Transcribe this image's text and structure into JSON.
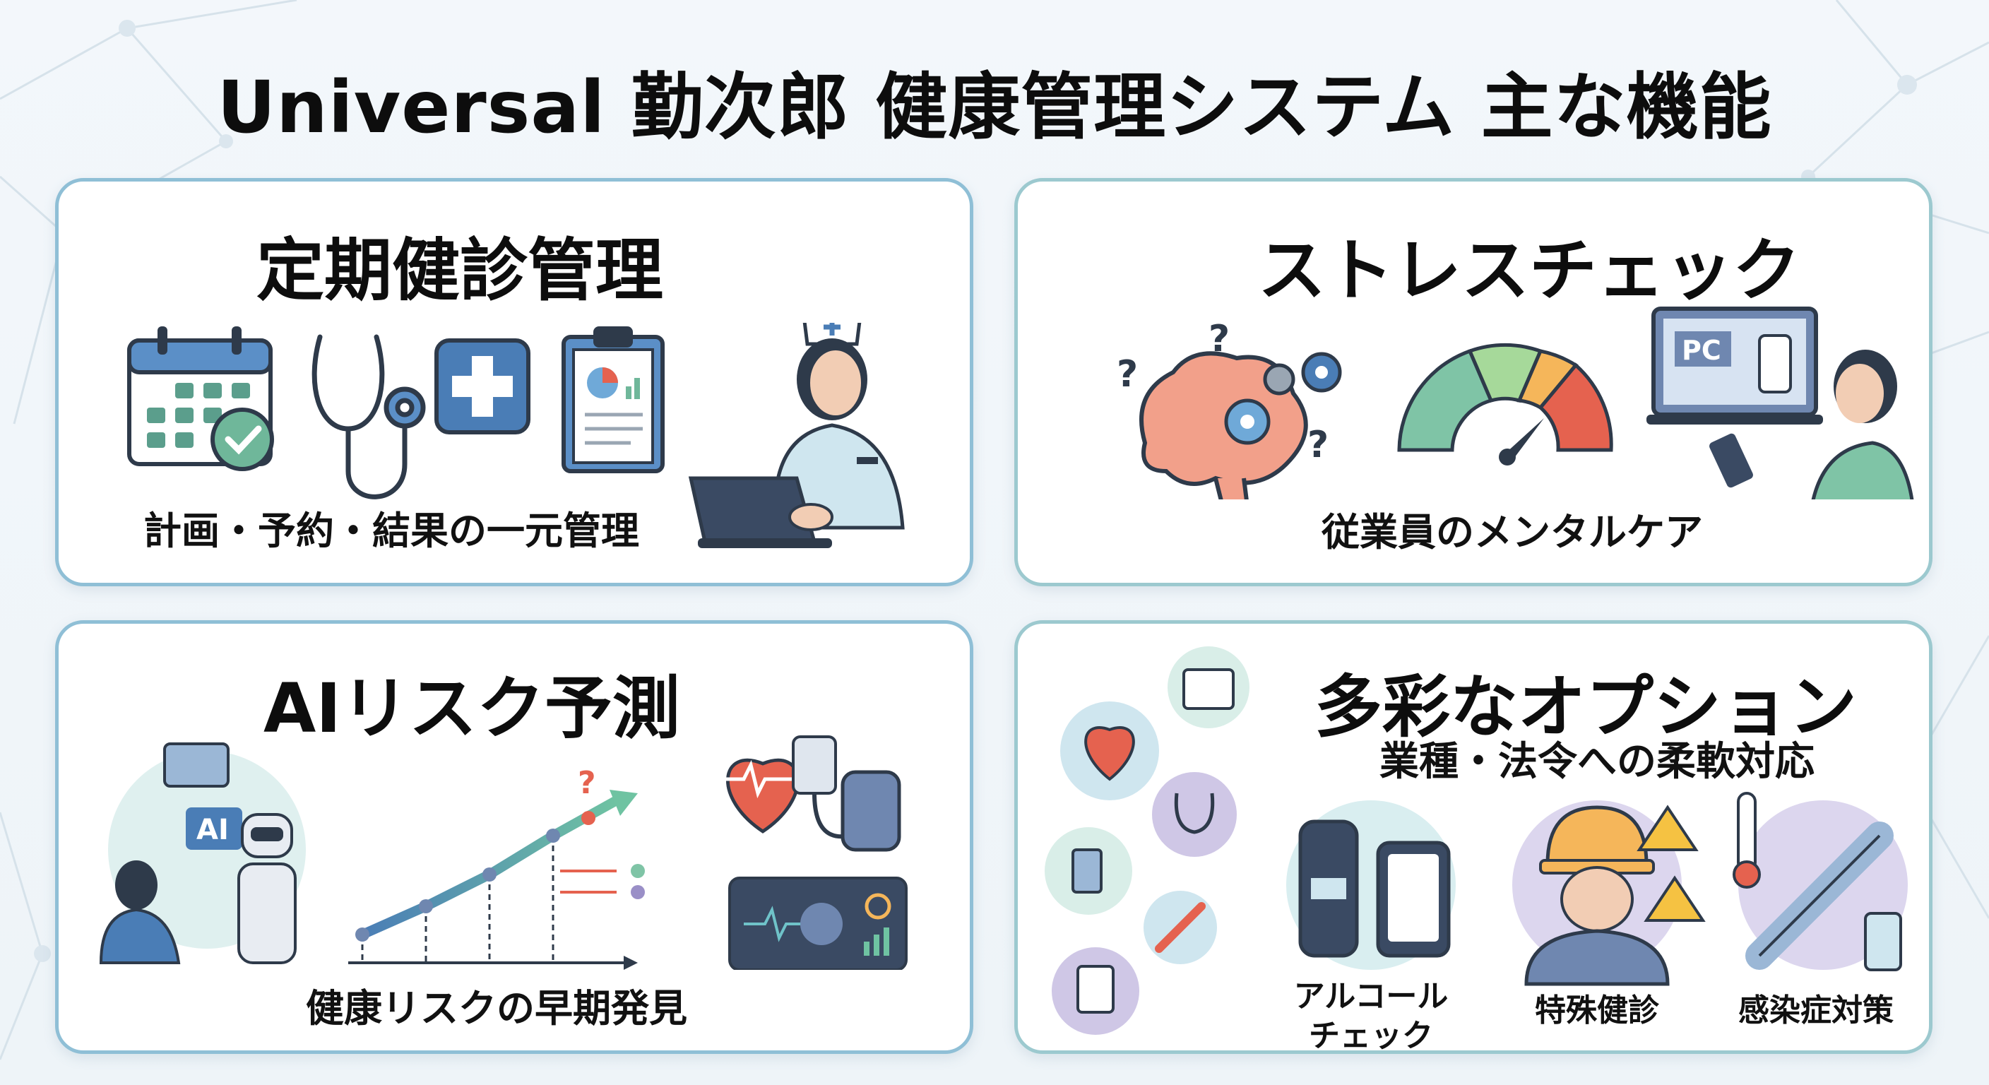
{
  "title": "Universal 勤次郎 健康管理システム 主な機能",
  "cards": [
    {
      "title": "定期健診管理",
      "subtitle": "計画・予約・結果の一元管理"
    },
    {
      "title": "ストレスチェック",
      "subtitle": "従業員のメンタルケア",
      "monitor_label": "PC"
    },
    {
      "title": "AIリスク予測",
      "subtitle": "健康リスクの早期発見",
      "ai_label": "AI"
    },
    {
      "title": "多彩なオプション",
      "subtitle": "業種・法令への柔軟対応",
      "options": [
        "アルコール\nチェック",
        "特殊健診",
        "感染症対策"
      ]
    }
  ],
  "icons": [
    "calendar-check-icon",
    "stethoscope-icon",
    "medical-cross-icon",
    "clipboard-chart-icon",
    "nurse-laptop-icon",
    "brain-gears-icon",
    "stress-gauge-icon",
    "pc-user-icon",
    "ai-robot-chat-icon",
    "trend-chart-icon",
    "heart-monitor-icon",
    "dashboard-icon",
    "heart-icon",
    "calendar-icon",
    "stethoscope-icon",
    "vial-icon",
    "syringe-icon",
    "clipboard-icon",
    "breathalyzer-icon",
    "hardhat-worker-icon",
    "thermometer-icon"
  ],
  "colors": {
    "card_border": "#8fbfd6",
    "accent_blue": "#3b6ea5",
    "accent_green": "#6fb79a",
    "accent_red": "#e5624f"
  }
}
